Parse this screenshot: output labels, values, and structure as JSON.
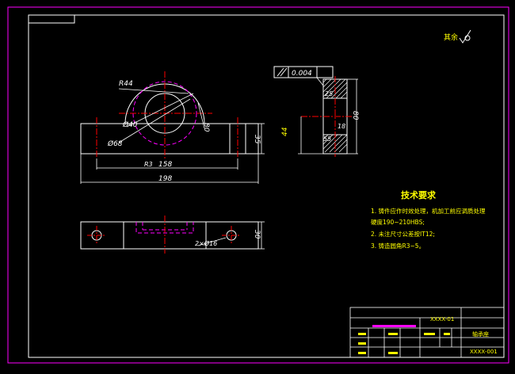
{
  "surface_finish": {
    "label": "其余",
    "symbol": "roughness-check-icon"
  },
  "dimensions": {
    "radius_outer": "R44",
    "dia_inner": "Ø40",
    "dia_outer": "Ø68",
    "hole_label": "2×Ø16",
    "center_dist": "158",
    "overall_len": "198",
    "side_height_left": "35",
    "offset_80": "80",
    "height_44": "44",
    "width_80": "80",
    "r_small": "R3",
    "flatness_value": "0.004",
    "inner_25": "25",
    "inner_18": "18",
    "inner_55": "55",
    "top_view_height": "30"
  },
  "requirements": {
    "title": "技术要求",
    "items": [
      "1. 铸件应作时效处理，机加工前应调质处理",
      "硬度190~210HBS;",
      "2. 未注尺寸公差按IT12;",
      "3. 铸造圆角R3~5。"
    ]
  },
  "title_block": {
    "part_name": "XXXX-01",
    "material": "轴承座",
    "drawing_no": "XXXX-001"
  },
  "colors": {
    "frame": "#ff00ff",
    "line": "#ffffff",
    "center": "#ff0000",
    "hidden": "#ff00ff",
    "dim": "#00ffff",
    "text": "#ffff00"
  }
}
